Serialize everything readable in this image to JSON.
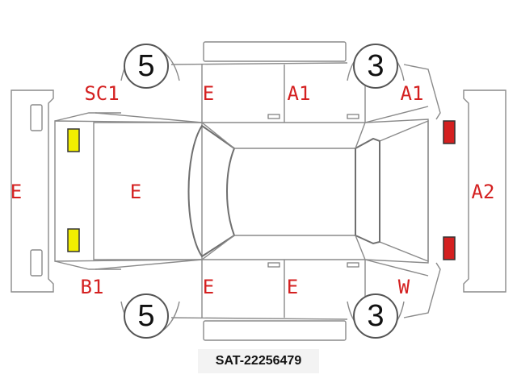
{
  "colors": {
    "damage_code": "#d42020",
    "front_lamp": "#f2ee00",
    "rear_lamp": "#d42020",
    "outline": "#8a8a8a"
  },
  "wheels": {
    "front_top": "5",
    "rear_top": "3",
    "front_bottom": "5",
    "rear_bottom": "3"
  },
  "codes": {
    "front_bumper": "E",
    "hood": "E",
    "top_front_fender": "SC1",
    "top_front_door": "E",
    "top_rear_door": "A1",
    "top_rear_fender": "A1",
    "bottom_front_fender": "B1",
    "bottom_front_door": "E",
    "bottom_rear_door": "E",
    "bottom_rear_fender": "W",
    "rear_bumper": "A2"
  },
  "caption": "SAT-22256479"
}
